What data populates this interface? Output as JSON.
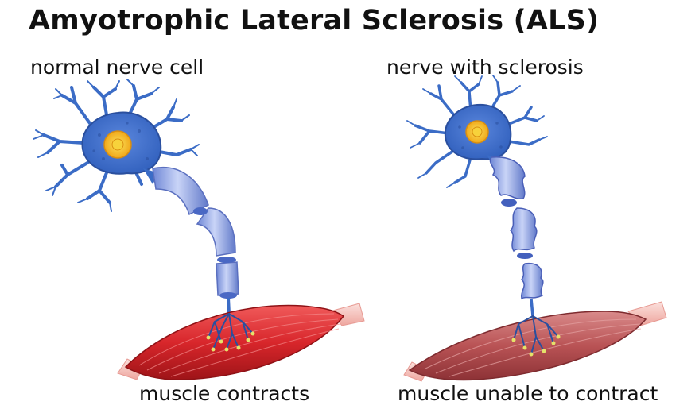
{
  "title": "Amyotrophic Lateral Sclerosis (ALS)",
  "panels": {
    "left": {
      "caption": "normal nerve cell",
      "result": "muscle contracts"
    },
    "right": {
      "caption": "nerve with sclerosis",
      "result": "muscle unable to contract"
    }
  },
  "colors": {
    "neuron_body": "#3b6cc6",
    "neuron_dark": "#2a4f9e",
    "axon_light": "#a9b9ef",
    "axon_mid": "#7f97df",
    "nucleus": "#f5c21f",
    "muscle_healthy": "#d8262b",
    "muscle_weak": "#b95355",
    "tendon": "#f6c6c0"
  }
}
